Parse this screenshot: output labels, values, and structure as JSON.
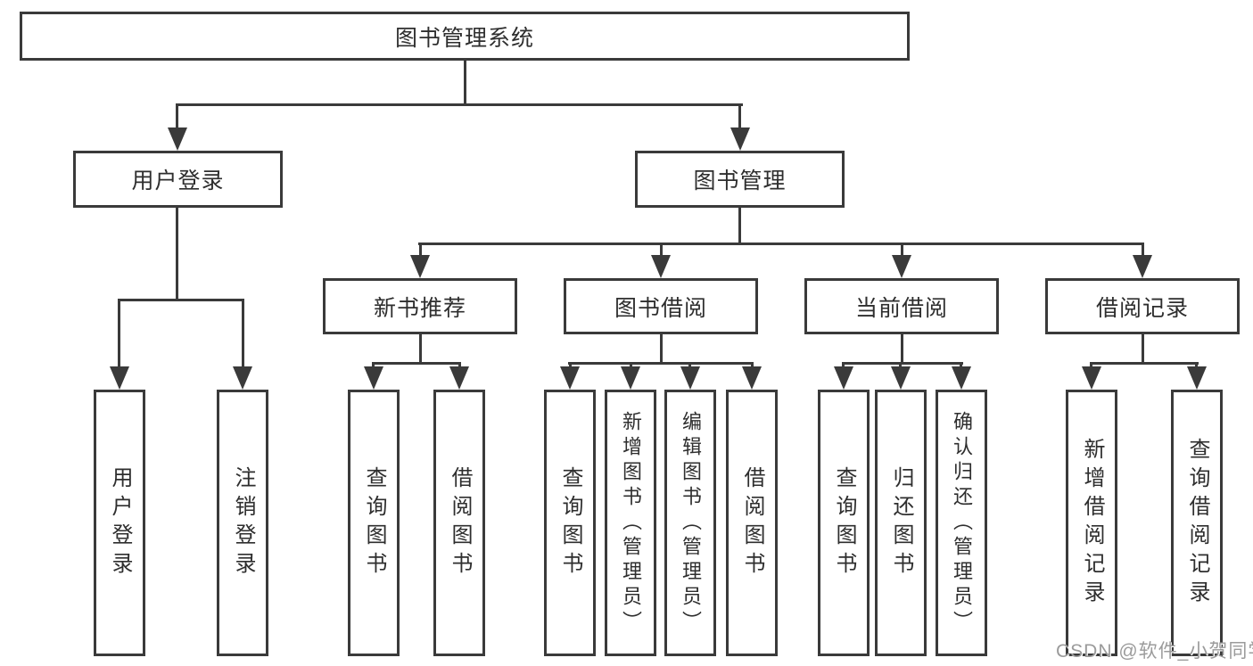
{
  "root": {
    "label": "图书管理系统"
  },
  "user_login": {
    "label": "用户登录",
    "children": [
      {
        "label": "用户登录"
      },
      {
        "label": "注销登录"
      }
    ]
  },
  "book_mgmt": {
    "label": "图书管理",
    "sections": [
      {
        "label": "新书推荐",
        "children": [
          {
            "label": "查询图书"
          },
          {
            "label": "借阅图书"
          }
        ]
      },
      {
        "label": "图书借阅",
        "children": [
          {
            "label": "查询图书"
          },
          {
            "label": "新增图书（管理员）"
          },
          {
            "label": "编辑图书（管理员）"
          },
          {
            "label": "借阅图书"
          }
        ]
      },
      {
        "label": "当前借阅",
        "children": [
          {
            "label": "查询图书"
          },
          {
            "label": "归还图书"
          },
          {
            "label": "确认归还（管理员）"
          }
        ]
      },
      {
        "label": "借阅记录",
        "children": [
          {
            "label": "新增借阅记录"
          },
          {
            "label": "查询借阅记录"
          }
        ]
      }
    ]
  },
  "watermark": {
    "text": "CSDN @软件_小贺同学"
  },
  "colors": {
    "line": "#3a3a3a",
    "text": "#2e2e2e",
    "watermark": "#9b9b9b",
    "background": "#ffffff"
  }
}
